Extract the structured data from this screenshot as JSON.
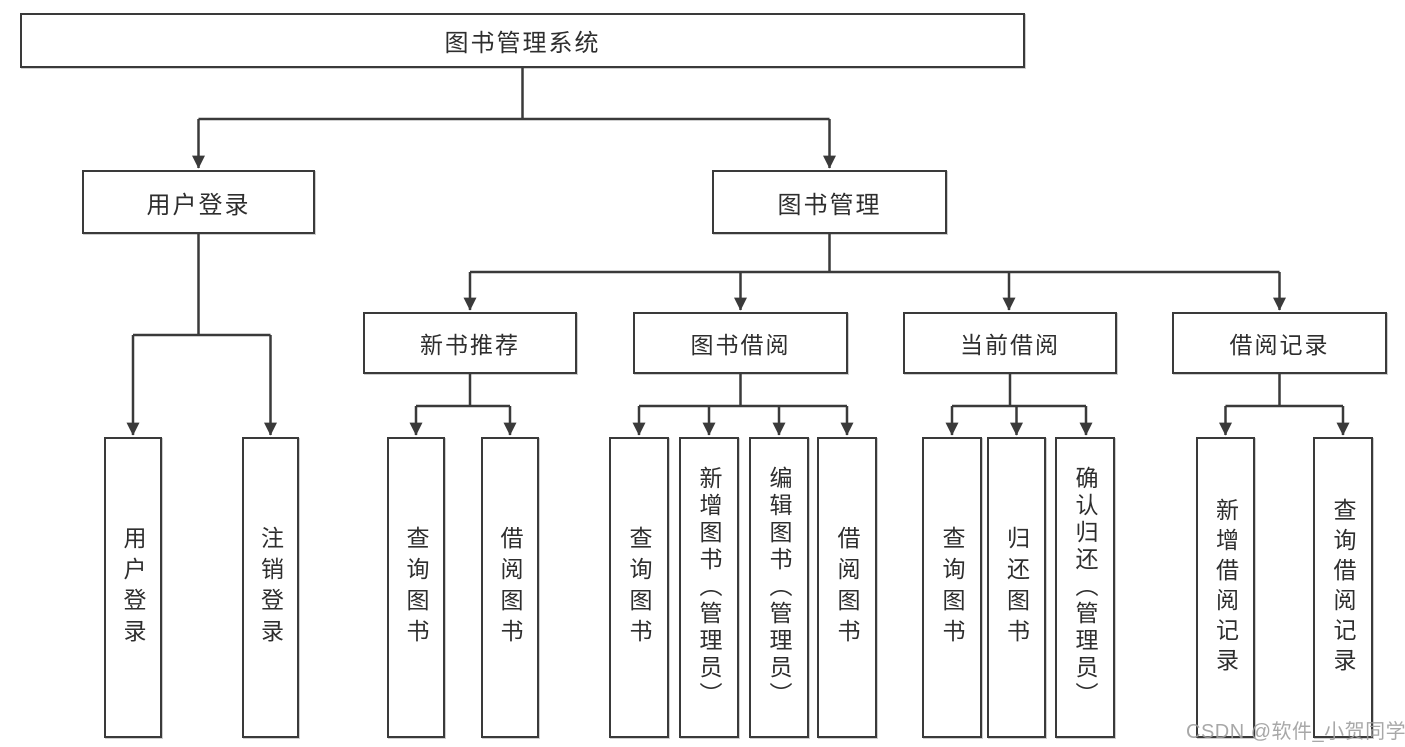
{
  "diagram": {
    "root": {
      "label": "图书管理系统"
    },
    "level2": {
      "user_login": {
        "label": "用户登录"
      },
      "book_management": {
        "label": "图书管理"
      }
    },
    "level3": {
      "new_book_recommendation": {
        "label": "新书推荐"
      },
      "book_borrowing": {
        "label": "图书借阅"
      },
      "current_borrowing": {
        "label": "当前借阅"
      },
      "borrowing_records": {
        "label": "借阅记录"
      }
    },
    "leaves": {
      "user_login_children": {
        "user_login": "用户登录",
        "logout": "注销登录"
      },
      "new_book_recommendation_children": {
        "query_book": "查询图书",
        "borrow_book": "借阅图书"
      },
      "book_borrowing_children": {
        "query_book": "查询图书",
        "add_book_admin": "新增图书（管理员）",
        "edit_book_admin": "编辑图书（管理员）",
        "borrow_book": "借阅图书"
      },
      "current_borrowing_children": {
        "query_book": "查询图书",
        "return_book": "归还图书",
        "confirm_return_admin": "确认归还（管理员）"
      },
      "borrowing_records_children": {
        "add_borrow_record": "新增借阅记录",
        "query_borrow_record": "查询借阅记录"
      }
    },
    "colors": {
      "line": "#3a3a3a",
      "text": "#2e2e2e",
      "background": "#ffffff",
      "watermark": "#9e9e9e"
    },
    "watermark": "CSDN @软件_小贺同学"
  }
}
